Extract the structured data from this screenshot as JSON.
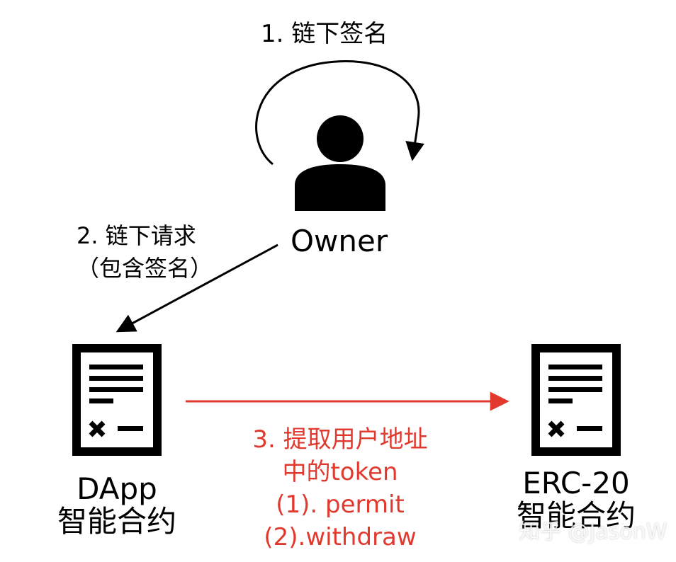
{
  "labels": {
    "step1": "1. 链下签名",
    "step2_line1": "2. 链下请求",
    "step2_line2": "（包含签名）",
    "owner": "Owner",
    "step3_line1": "3. 提取用户地址",
    "step3_line2": "中的token",
    "step3_line3": "(1). permit",
    "step3_line4": "(2).withdraw",
    "dapp_line1": "DApp",
    "dapp_line2": "智能合约",
    "erc_line1": "ERC-20",
    "erc_line2": "智能合约",
    "watermark": "知乎 @JasonW"
  },
  "colors": {
    "ink": "#000000",
    "accent_red": "#e2392e"
  },
  "icons": {
    "owner": "person-icon",
    "dapp": "contract-document-icon",
    "erc": "contract-document-icon"
  }
}
